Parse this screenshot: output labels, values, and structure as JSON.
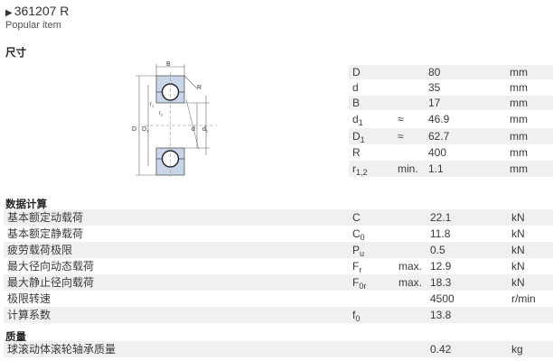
{
  "header": {
    "title": "361207 R",
    "subtitle": "Popular item"
  },
  "sections": {
    "dimensions": "尺寸",
    "calculation": "数据计算",
    "mass": "质量"
  },
  "diagram_labels": {
    "B": "B",
    "R": "R",
    "r1": "r",
    "r1_sub": "1",
    "r2": "r",
    "r2_sub": "2",
    "D": "D",
    "D1": "D",
    "D1_sub": "1",
    "d": "d",
    "d1": "d",
    "d1_sub": "1"
  },
  "dimensions": [
    {
      "sym": "D",
      "sub": "",
      "rel": "",
      "val": "80",
      "unit": "mm"
    },
    {
      "sym": "d",
      "sub": "",
      "rel": "",
      "val": "35",
      "unit": "mm"
    },
    {
      "sym": "B",
      "sub": "",
      "rel": "",
      "val": "17",
      "unit": "mm"
    },
    {
      "sym": "d",
      "sub": "1",
      "rel": "≈",
      "val": "46.9",
      "unit": "mm"
    },
    {
      "sym": "D",
      "sub": "1",
      "rel": "≈",
      "val": "62.7",
      "unit": "mm"
    },
    {
      "sym": "R",
      "sub": "",
      "rel": "",
      "val": "400",
      "unit": "mm"
    },
    {
      "sym": "r",
      "sub": "1,2",
      "rel": "min.",
      "val": "1.1",
      "unit": "mm"
    }
  ],
  "calculation": [
    {
      "label": "基本额定动载荷",
      "sym": "C",
      "sub": "",
      "rel": "",
      "val": "22.1",
      "unit": "kN"
    },
    {
      "label": "基本额定静载荷",
      "sym": "C",
      "sub": "0",
      "rel": "",
      "val": "11.8",
      "unit": "kN"
    },
    {
      "label": "疲劳载荷极限",
      "sym": "P",
      "sub": "u",
      "rel": "",
      "val": "0.5",
      "unit": "kN"
    },
    {
      "label": "最大径向动态载荷",
      "sym": "F",
      "sub": "r",
      "rel": "max.",
      "val": "12.9",
      "unit": "kN"
    },
    {
      "label": "最大静止径向载荷",
      "sym": "F",
      "sub": "0r",
      "rel": "max.",
      "val": "18.3",
      "unit": "kN"
    },
    {
      "label": "极限转速",
      "sym": "",
      "sub": "",
      "rel": "",
      "val": "4500",
      "unit": "r/min"
    },
    {
      "label": "计算系数",
      "sym": "f",
      "sub": "0",
      "rel": "",
      "val": "13.8",
      "unit": ""
    }
  ],
  "mass": [
    {
      "label": "球滚动体滚轮轴承质量",
      "val": "0.42",
      "unit": "kg"
    }
  ]
}
